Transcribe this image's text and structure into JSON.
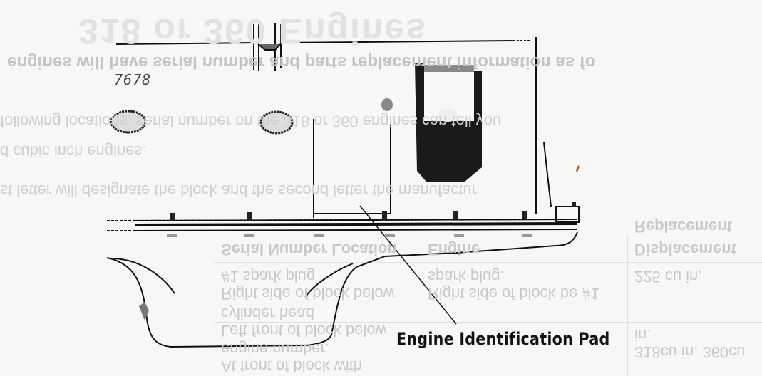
{
  "diagram": {
    "part_number": "7678",
    "callout_label": "Engine Identification Pad"
  },
  "show_through": {
    "title": "318 or 360 Engines",
    "lines": [
      "engines will have serial number and parts replacement information as fo",
      "following locations, serial number on the 318 or 360 engines can tell you",
      "d cubic inch engines.",
      "st letter will designate the block and the second letter the manufactur"
    ],
    "table": {
      "headers": [
        "Displacement",
        "Engine",
        "Serial Number Location",
        "Replacement"
      ],
      "rows": [
        [
          "225 cu in.",
          "Right side of block below #1 spark plug",
          "Right side of block be #1 spark plug."
        ],
        [
          "318cu in. 360cu in.",
          "Left front of block below cylinder head",
          "At front of block with engine number."
        ]
      ]
    }
  }
}
